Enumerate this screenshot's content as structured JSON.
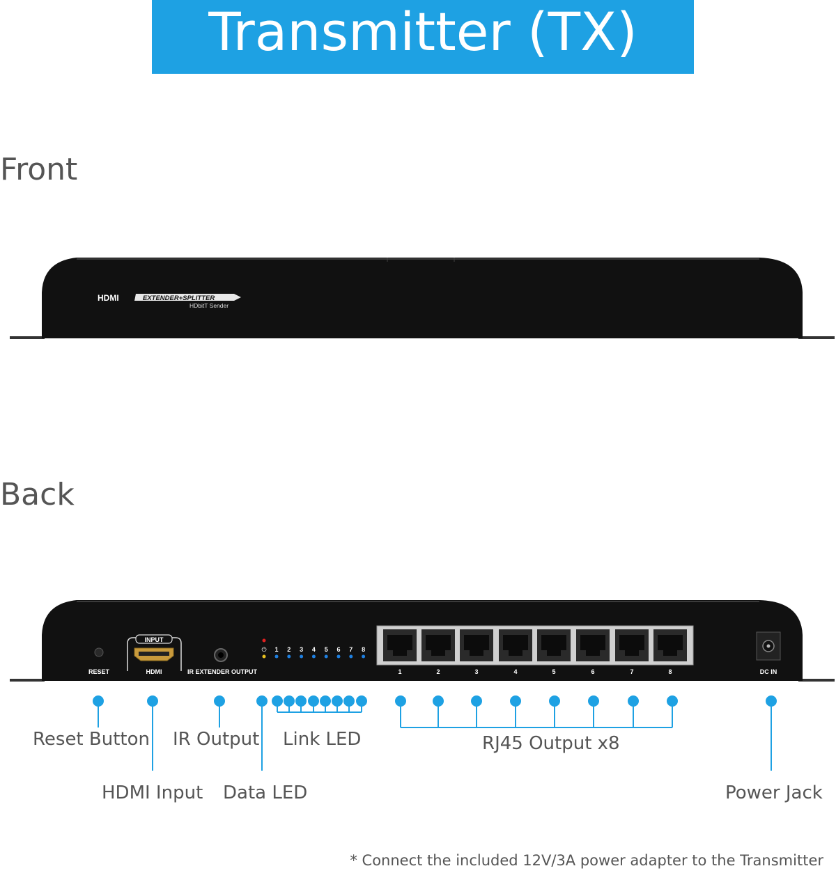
{
  "title": "Transmitter (TX)",
  "sections": {
    "front_label": "Front",
    "back_label": "Back"
  },
  "front_panel": {
    "brand": "HDMI",
    "product": "EXTENDER+SPLITTER",
    "subtitle": "HDbitT Sender"
  },
  "back_panel": {
    "reset": "RESET",
    "input": "INPUT",
    "hdmi": "HDMI",
    "ir_output": "IR EXTENDER OUTPUT",
    "led_numbers": [
      "1",
      "2",
      "3",
      "4",
      "5",
      "6",
      "7",
      "8"
    ],
    "port_numbers": [
      "1",
      "2",
      "3",
      "4",
      "5",
      "6",
      "7",
      "8"
    ],
    "dc_in": "DC IN",
    "power_symbol": "⏻"
  },
  "callouts": {
    "reset_button": "Reset Button",
    "hdmi_input": "HDMI Input",
    "ir_output": "IR Output",
    "data_led": "Data LED",
    "link_led": "Link LED",
    "rj45_output": "RJ45 Output x8",
    "power_jack": "Power Jack"
  },
  "colors": {
    "accent": "#1ea1e3",
    "device_body": "#111111",
    "text_gray": "#555555"
  },
  "footnote": "* Connect the included 12V/3A power adapter to the Transmitter"
}
